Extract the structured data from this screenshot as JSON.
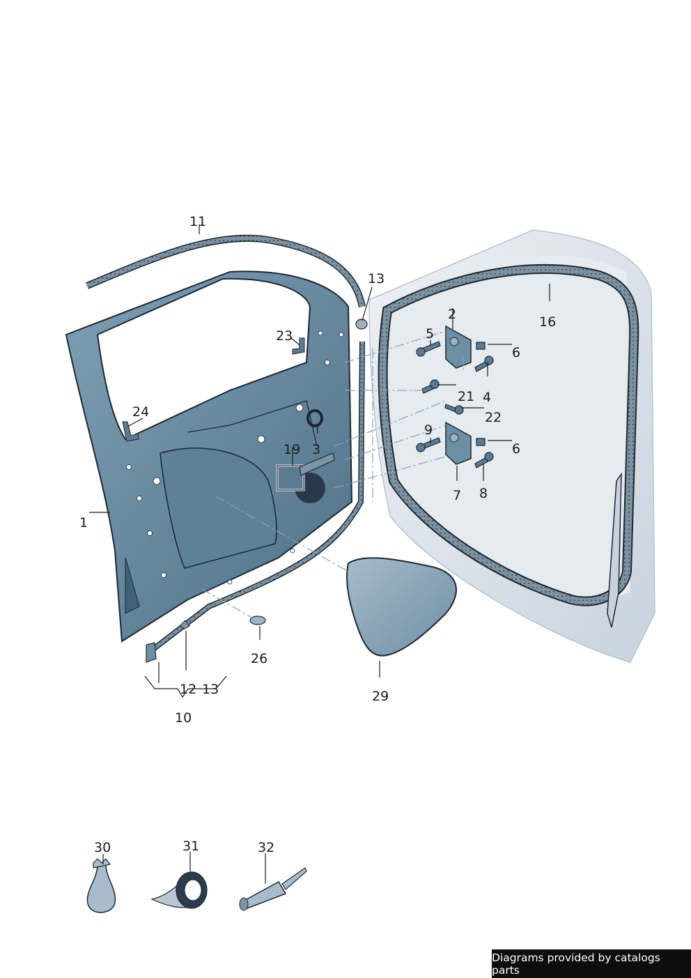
{
  "callouts": [
    "11",
    "13",
    "23",
    "24",
    "1",
    "19",
    "3",
    "2",
    "5",
    "6",
    "16",
    "21",
    "4",
    "22",
    "9",
    "6",
    "7",
    "8",
    "26",
    "12",
    "13",
    "10",
    "29",
    "30",
    "31",
    "32"
  ],
  "credit": "Diagrams provided by catalogs parts",
  "colors": {
    "door_fill": "#6d8fa6",
    "door_dark": "#3f6179",
    "seal": "#5b7384",
    "body_panel": "#dde3ea",
    "outline": "#1c2833"
  }
}
